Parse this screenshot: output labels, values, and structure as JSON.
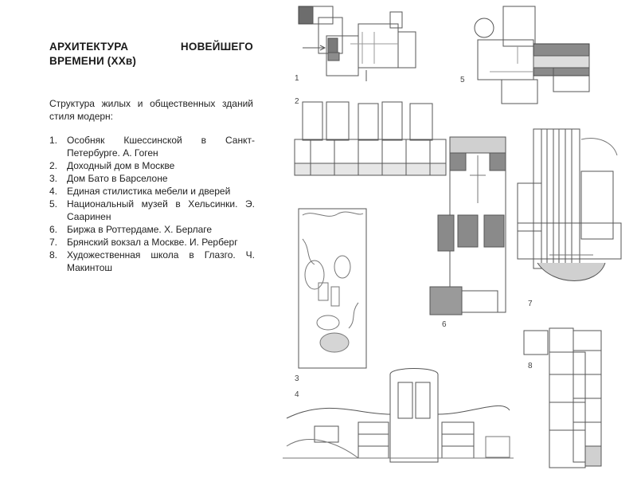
{
  "title_lines": [
    "АРХИТЕКТУРА НОВЕЙШЕГО",
    "ВРЕМЕНИ (ХХв)"
  ],
  "intro": "Структура жилых и общественных зданий стиля модерн:",
  "items": [
    {
      "num": "1.",
      "text": "Особняк Кшессинской в Санкт-Петербурге. А. Гоген"
    },
    {
      "num": "2.",
      "text": "Доходный дом в Москве"
    },
    {
      "num": "3.",
      "text": "Дом Бато в Барселоне"
    },
    {
      "num": "4.",
      "text": "Единая стилистика мебели и дверей"
    },
    {
      "num": "5.",
      "text": "Национальный музей в Хельсинки. Э. Сааринен"
    },
    {
      "num": "6.",
      "text": "Биржа в Роттердаме. Х. Берлаге"
    },
    {
      "num": "7.",
      "text": "Брянский вокзал а Москве. И. Рерберг"
    },
    {
      "num": "8.",
      "text": "Художественная школа в Глазго. Ч. Макинтош"
    }
  ],
  "figure_numbers": [
    "1",
    "2",
    "3",
    "4",
    "5",
    "6",
    "7",
    "8"
  ]
}
